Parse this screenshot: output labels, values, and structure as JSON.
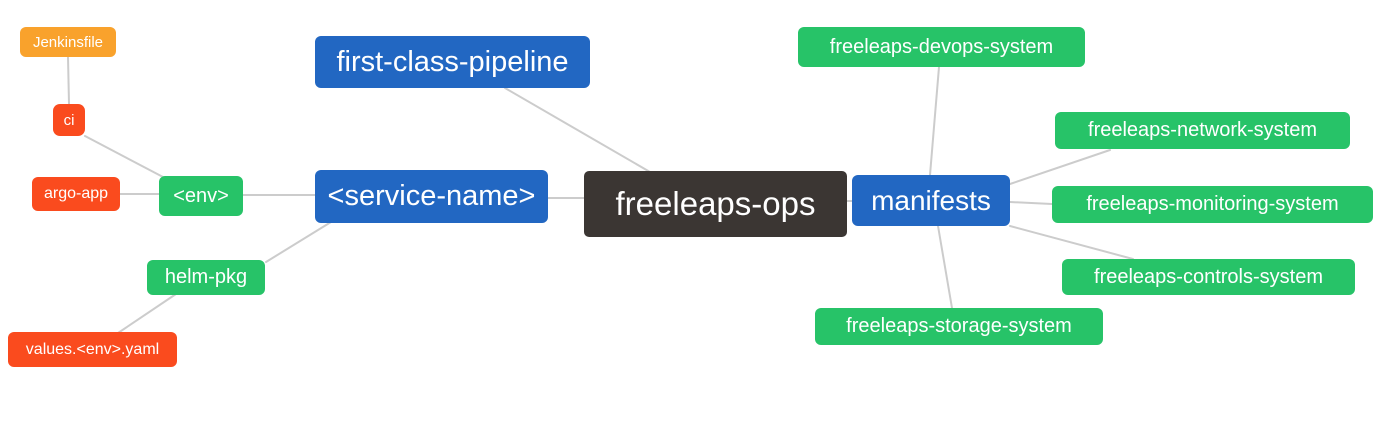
{
  "diagram": {
    "type": "mindmap",
    "background": "#ffffff",
    "edge_color": "#cccccc",
    "palette": {
      "blue": "#2267c2",
      "green": "#27c368",
      "orange": "#f9a22c",
      "red": "#fa4b1e",
      "dark": "#3b3633",
      "text": "#ffffff"
    }
  },
  "nodes": [
    {
      "id": "jenkinsfile",
      "label": "Jenkinsfile",
      "color": "orange"
    },
    {
      "id": "ci",
      "label": "ci",
      "color": "red"
    },
    {
      "id": "argo-app",
      "label": "argo-app",
      "color": "red"
    },
    {
      "id": "env",
      "label": "<env>",
      "color": "green"
    },
    {
      "id": "helm-pkg",
      "label": "helm-pkg",
      "color": "green"
    },
    {
      "id": "values-env-yaml",
      "label": "values.<env>.yaml",
      "color": "red"
    },
    {
      "id": "first-class-pipeline",
      "label": "first-class-pipeline",
      "color": "blue"
    },
    {
      "id": "service-name",
      "label": "<service-name>",
      "color": "blue"
    },
    {
      "id": "freeleaps-ops",
      "label": "freeleaps-ops",
      "color": "dark"
    },
    {
      "id": "manifests",
      "label": "manifests",
      "color": "blue"
    },
    {
      "id": "devops-system",
      "label": "freeleaps-devops-system",
      "color": "green"
    },
    {
      "id": "network-system",
      "label": "freeleaps-network-system",
      "color": "green"
    },
    {
      "id": "monitoring-system",
      "label": "freeleaps-monitoring-system",
      "color": "green"
    },
    {
      "id": "controls-system",
      "label": "freeleaps-controls-system",
      "color": "green"
    },
    {
      "id": "storage-system",
      "label": "freeleaps-storage-system",
      "color": "green"
    }
  ],
  "edges": [
    {
      "from": "jenkinsfile",
      "to": "ci"
    },
    {
      "from": "ci",
      "to": "env"
    },
    {
      "from": "argo-app",
      "to": "env"
    },
    {
      "from": "env",
      "to": "service-name"
    },
    {
      "from": "service-name",
      "to": "helm-pkg"
    },
    {
      "from": "helm-pkg",
      "to": "values-env-yaml"
    },
    {
      "from": "first-class-pipeline",
      "to": "freeleaps-ops"
    },
    {
      "from": "service-name",
      "to": "freeleaps-ops"
    },
    {
      "from": "freeleaps-ops",
      "to": "manifests"
    },
    {
      "from": "manifests",
      "to": "devops-system"
    },
    {
      "from": "manifests",
      "to": "network-system"
    },
    {
      "from": "manifests",
      "to": "monitoring-system"
    },
    {
      "from": "manifests",
      "to": "controls-system"
    },
    {
      "from": "manifests",
      "to": "storage-system"
    }
  ]
}
